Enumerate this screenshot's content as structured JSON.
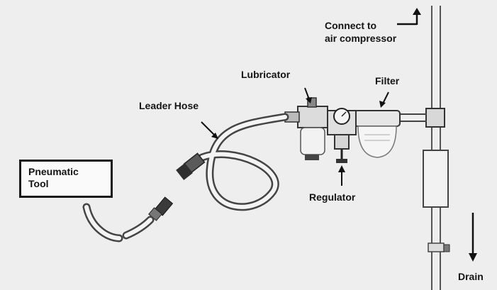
{
  "labels": {
    "connect": "Connect to\nair compressor",
    "lubricator": "Lubricator",
    "filter": "Filter",
    "leader_hose": "Leader Hose",
    "pneumatic_tool": "Pneumatic\nTool",
    "regulator": "Regulator",
    "drain": "Drain"
  }
}
